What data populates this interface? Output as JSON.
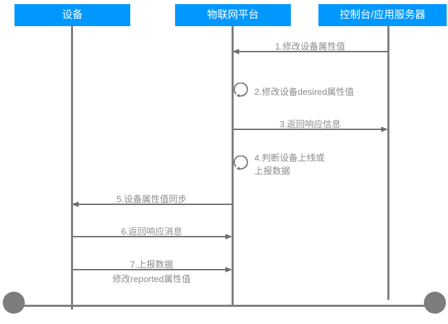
{
  "diagram": {
    "type": "sequence",
    "colors": {
      "actor_bg": "#0098FF",
      "actor_text": "#FFFFFF",
      "line_gray": "#7D7D7D",
      "arrow_gray": "#6F6F6F",
      "label_gray": "#8C8C8C"
    },
    "actors": {
      "device": {
        "label": "设备"
      },
      "platform": {
        "label": "物联网平台"
      },
      "console": {
        "label": "控制台/应用服务器"
      }
    },
    "messages": {
      "m1": {
        "label": "1.修改设备属性值",
        "from": "控制台/应用服务器",
        "to": "物联网平台",
        "direction": "left"
      },
      "m2": {
        "label": "2.修改设备desired属性值",
        "type": "self",
        "actor": "物联网平台"
      },
      "m3": {
        "label": "3.返回响应信息",
        "from": "物联网平台",
        "to": "控制台/应用服务器",
        "direction": "right"
      },
      "m4": {
        "label_line1": "4.判断设备上线或",
        "label_line2": "上报数据",
        "type": "self",
        "actor": "物联网平台"
      },
      "m5": {
        "label": "5.设备属性值同步",
        "from": "物联网平台",
        "to": "设备",
        "direction": "left"
      },
      "m6": {
        "label": "6.返回响应消息",
        "from": "设备",
        "to": "物联网平台",
        "direction": "right"
      },
      "m7": {
        "label": "7.上报数据",
        "sublabel": "修改reported属性值",
        "from": "设备",
        "to": "物联网平台",
        "direction": "right"
      }
    }
  }
}
